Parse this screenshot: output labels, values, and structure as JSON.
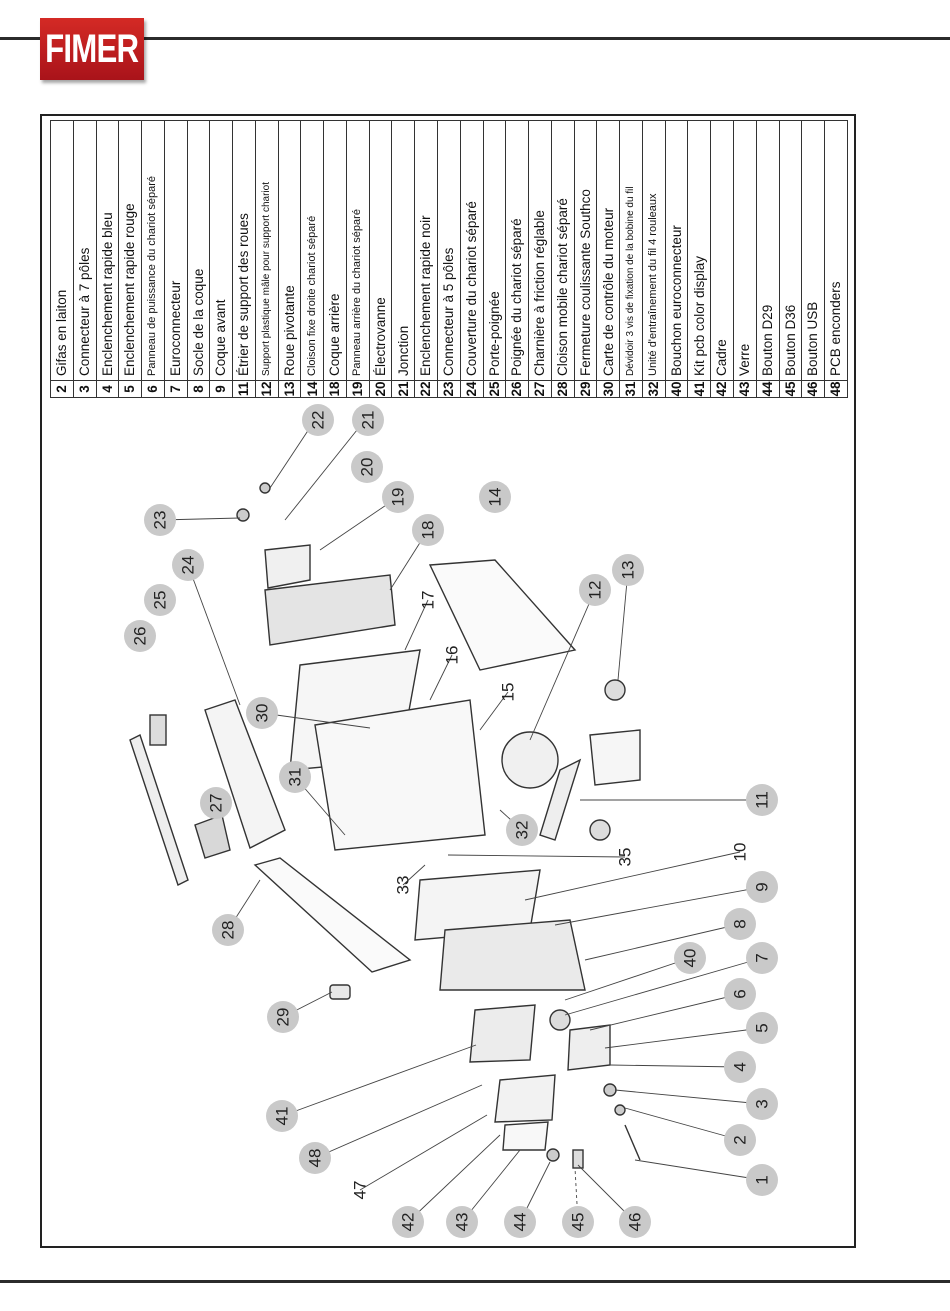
{
  "header": {
    "logo_text": "FIMER",
    "brand_color": "#d42a25"
  },
  "parts": [
    {
      "num": "2",
      "label": "Gifas en laiton"
    },
    {
      "num": "3",
      "label": "Connecteur à 7 pôles"
    },
    {
      "num": "4",
      "label": "Enclenchement rapide bleu"
    },
    {
      "num": "5",
      "label": "Enclenchement rapide rouge"
    },
    {
      "num": "6",
      "label": "Panneau de puissance du chariot séparé"
    },
    {
      "num": "7",
      "label": "Euroconnecteur"
    },
    {
      "num": "8",
      "label": "Socle de la coque"
    },
    {
      "num": "9",
      "label": "Coque avant"
    },
    {
      "num": "11",
      "label": "Étrier de support des roues"
    },
    {
      "num": "12",
      "label": "Support plastique mâle pour support chariot"
    },
    {
      "num": "13",
      "label": "Roue pivotante"
    },
    {
      "num": "14",
      "label": "Cloison fixe droite chariot séparé"
    },
    {
      "num": "18",
      "label": "Coque arrière"
    },
    {
      "num": "19",
      "label": "Panneau arrière du chariot séparé"
    },
    {
      "num": "20",
      "label": "Électrovanne"
    },
    {
      "num": "21",
      "label": "Jonction"
    },
    {
      "num": "22",
      "label": "Enclenchement rapide noir"
    },
    {
      "num": "23",
      "label": "Connecteur à 5 pôles"
    },
    {
      "num": "24",
      "label": "Couverture du chariot séparé"
    },
    {
      "num": "25",
      "label": "Porte-poignée"
    },
    {
      "num": "26",
      "label": "Poignée du chariot séparé"
    },
    {
      "num": "27",
      "label": "Charnière à friction réglable"
    },
    {
      "num": "28",
      "label": "Cloison mobile chariot séparé"
    },
    {
      "num": "29",
      "label": "Fermeture coulissante Southco"
    },
    {
      "num": "30",
      "label": "Carte de contrôle du moteur"
    },
    {
      "num": "31",
      "label": "Dévidoir 3 vis de fixation de la bobine du fil"
    },
    {
      "num": "32",
      "label": "Unité d'entraînement du fil 4 rouleaux"
    },
    {
      "num": "40",
      "label": "Bouchon euroconnecteur"
    },
    {
      "num": "41",
      "label": "Kit pcb color display"
    },
    {
      "num": "42",
      "label": "Cadre"
    },
    {
      "num": "43",
      "label": "Verre"
    },
    {
      "num": "44",
      "label": "Bouton D29"
    },
    {
      "num": "45",
      "label": "Bouton D36"
    },
    {
      "num": "46",
      "label": "Bouton USB"
    },
    {
      "num": "48",
      "label": "PCB enconders"
    }
  ],
  "callouts": {
    "c1": "1",
    "c2": "2",
    "c3": "3",
    "c4": "4",
    "c5": "5",
    "c6": "6",
    "c7": "7",
    "c8": "8",
    "c9": "9",
    "c10": "10",
    "c11": "11",
    "c12": "12",
    "c13": "13",
    "c14": "14",
    "c15": "15",
    "c16": "16",
    "c17": "17",
    "c18": "18",
    "c19": "19",
    "c20": "20",
    "c21": "21",
    "c22": "22",
    "c23": "23",
    "c24": "24",
    "c25": "25",
    "c26": "26",
    "c27": "27",
    "c28": "28",
    "c29": "29",
    "c30": "30",
    "c31": "31",
    "c32": "32",
    "c33": "33",
    "c35": "35",
    "c40": "40",
    "c41": "41",
    "c42": "42",
    "c43": "43",
    "c44": "44",
    "c45": "45",
    "c46": "46",
    "c47": "47",
    "c48": "48"
  }
}
